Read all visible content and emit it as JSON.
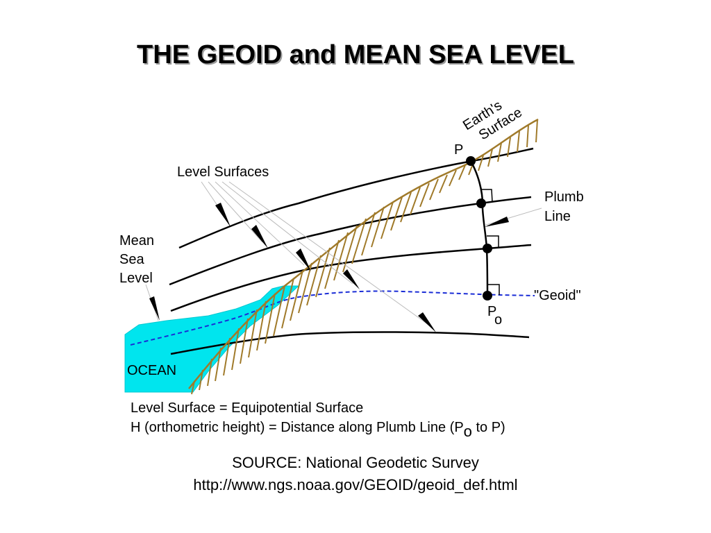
{
  "title": "THE GEOID and MEAN SEA LEVEL",
  "labels": {
    "earths_surface_line1": "Earth's",
    "earths_surface_line2": "Surface",
    "point_p": "P",
    "level_surfaces": "Level Surfaces",
    "plumb_line_1": "Plumb",
    "plumb_line_2": "Line",
    "mean_sea_level_1": "Mean",
    "mean_sea_level_2": "Sea",
    "mean_sea_level_3": "Level",
    "geoid": "\"Geoid\"",
    "point_po_main": "P",
    "point_po_sub": "o",
    "ocean": "OCEAN"
  },
  "captions": {
    "line1": "Level Surface = Equipotential Surface",
    "line2_prefix": "H (orthometric height) = Distance along Plumb Line (P",
    "line2_sub": "o",
    "line2_suffix": " to P)"
  },
  "source": {
    "line1": "SOURCE: National Geodetic Survey",
    "line2": "http://www.ngs.noaa.gov/GEOID/geoid_def.html"
  },
  "colors": {
    "ocean": "#00e5ee",
    "terrain": "#a07a2a",
    "geoid": "#1a2cd6",
    "lines": "#000000"
  }
}
